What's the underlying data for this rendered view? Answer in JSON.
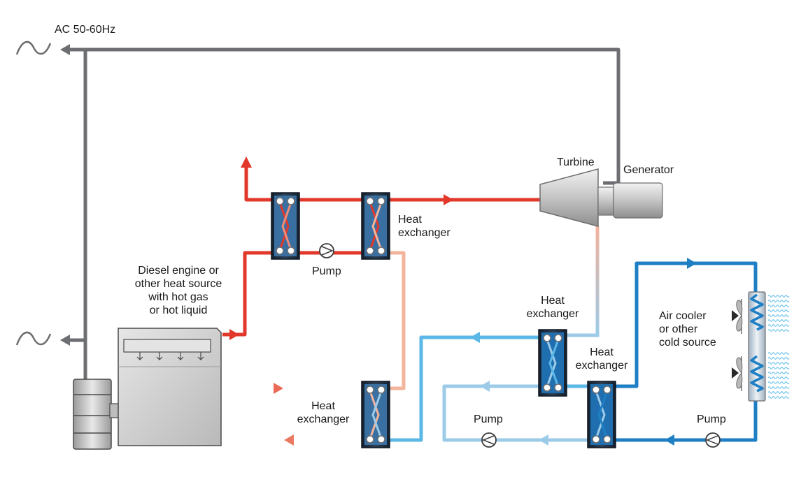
{
  "labels": {
    "ac_supply": "AC 50-60Hz",
    "turbine": "Turbine",
    "generator": "Generator",
    "hx_top": "Heat\nexchanger",
    "pump_top": "Pump",
    "diesel": "Diesel engine or\nother heat source\nwith hot gas\nor hot liquid",
    "hx_bottom_left": "Heat\nexchanger",
    "hx_middle": "Heat\nexchanger",
    "hx_right": "Heat\nexchanger",
    "air_cooler": "Air cooler\nor other\ncold source",
    "pump_bottom_left": "Pump",
    "pump_bottom_right": "Pump"
  },
  "colors": {
    "electric_line": "#6d6e71",
    "hot": "#e2382b",
    "hot_mid": "#ea7a62",
    "warm": "#f2b49c",
    "cool_light": "#9ccbe8",
    "cool": "#5bb8e6",
    "cold": "#1f7fc4",
    "exchanger_plate": "#1e2b3a",
    "engine_body": "#d0d0d0"
  },
  "icons": [
    "ac-sine-icon",
    "pump-icon",
    "fan-icon",
    "flow-arrow-icon"
  ]
}
